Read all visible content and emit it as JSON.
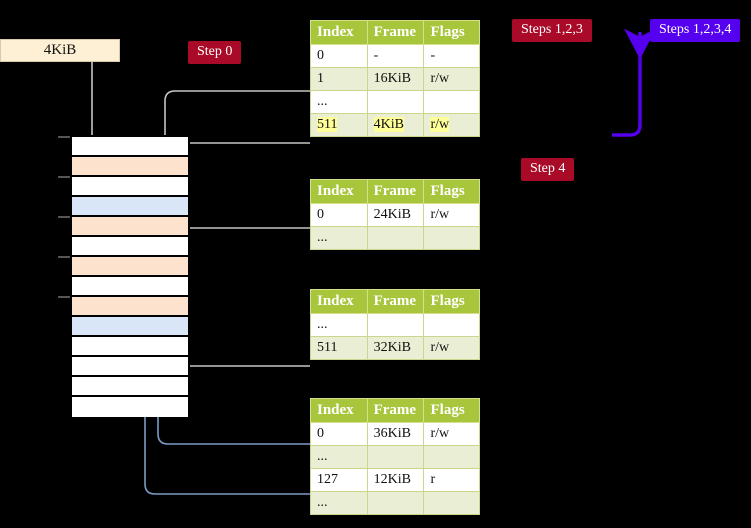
{
  "diagram": {
    "title_block": {
      "label": "4KiB"
    },
    "badges": [
      {
        "id": "step0",
        "text": "Step 0",
        "color": "#a80a28"
      },
      {
        "id": "steps123",
        "text": "Steps 1,2,3",
        "color": "#a80a28"
      },
      {
        "id": "steps1234",
        "text": "Steps 1,2,3,4",
        "color": "#5500ee"
      },
      {
        "id": "step4",
        "text": "Step 4",
        "color": "#a80a28"
      }
    ],
    "memory_grid": {
      "rows": [
        {
          "fill": "white"
        },
        {
          "fill": "orange"
        },
        {
          "fill": "white"
        },
        {
          "fill": "blue"
        },
        {
          "fill": "orange"
        },
        {
          "fill": "white"
        },
        {
          "fill": "orange"
        },
        {
          "fill": "white"
        },
        {
          "fill": "orange"
        },
        {
          "fill": "blue"
        },
        {
          "fill": "white"
        },
        {
          "fill": "white"
        },
        {
          "fill": "white"
        },
        {
          "fill": "white"
        }
      ],
      "colors": {
        "orange": "#fde3cd",
        "blue": "#d9e6f7",
        "white": "#ffffff"
      }
    },
    "tables": [
      {
        "id": "t1",
        "headers": [
          "Index",
          "Frame",
          "Flags"
        ],
        "rows": [
          {
            "cells": [
              "0",
              "-",
              "-"
            ],
            "style": "plain",
            "highlight": false
          },
          {
            "cells": [
              "1",
              "16KiB",
              "r/w"
            ],
            "style": "alt",
            "highlight": false
          },
          {
            "cells": [
              "...",
              "",
              ""
            ],
            "style": "plain",
            "highlight": false
          },
          {
            "cells": [
              "511",
              "4KiB",
              "r/w"
            ],
            "style": "alt",
            "highlight": true
          }
        ]
      },
      {
        "id": "t2",
        "headers": [
          "Index",
          "Frame",
          "Flags"
        ],
        "rows": [
          {
            "cells": [
              "0",
              "24KiB",
              "r/w"
            ],
            "style": "plain",
            "highlight": false
          },
          {
            "cells": [
              "...",
              "",
              ""
            ],
            "style": "alt",
            "highlight": false
          }
        ]
      },
      {
        "id": "t3",
        "headers": [
          "Index",
          "Frame",
          "Flags"
        ],
        "rows": [
          {
            "cells": [
              "...",
              "",
              ""
            ],
            "style": "plain",
            "highlight": false
          },
          {
            "cells": [
              "511",
              "32KiB",
              "r/w"
            ],
            "style": "alt",
            "highlight": false
          }
        ]
      },
      {
        "id": "t4",
        "headers": [
          "Index",
          "Frame",
          "Flags"
        ],
        "rows": [
          {
            "cells": [
              "0",
              "36KiB",
              "r/w"
            ],
            "style": "plain",
            "highlight": false
          },
          {
            "cells": [
              "...",
              "",
              ""
            ],
            "style": "alt",
            "highlight": false
          },
          {
            "cells": [
              "127",
              "12KiB",
              "r"
            ],
            "style": "plain",
            "highlight": false
          },
          {
            "cells": [
              "...",
              "",
              ""
            ],
            "style": "alt",
            "highlight": false
          }
        ]
      }
    ],
    "connector_colors": {
      "gray": "#b3b3b3",
      "blue": "#7a9cc6",
      "violet": "#5500ee"
    }
  }
}
